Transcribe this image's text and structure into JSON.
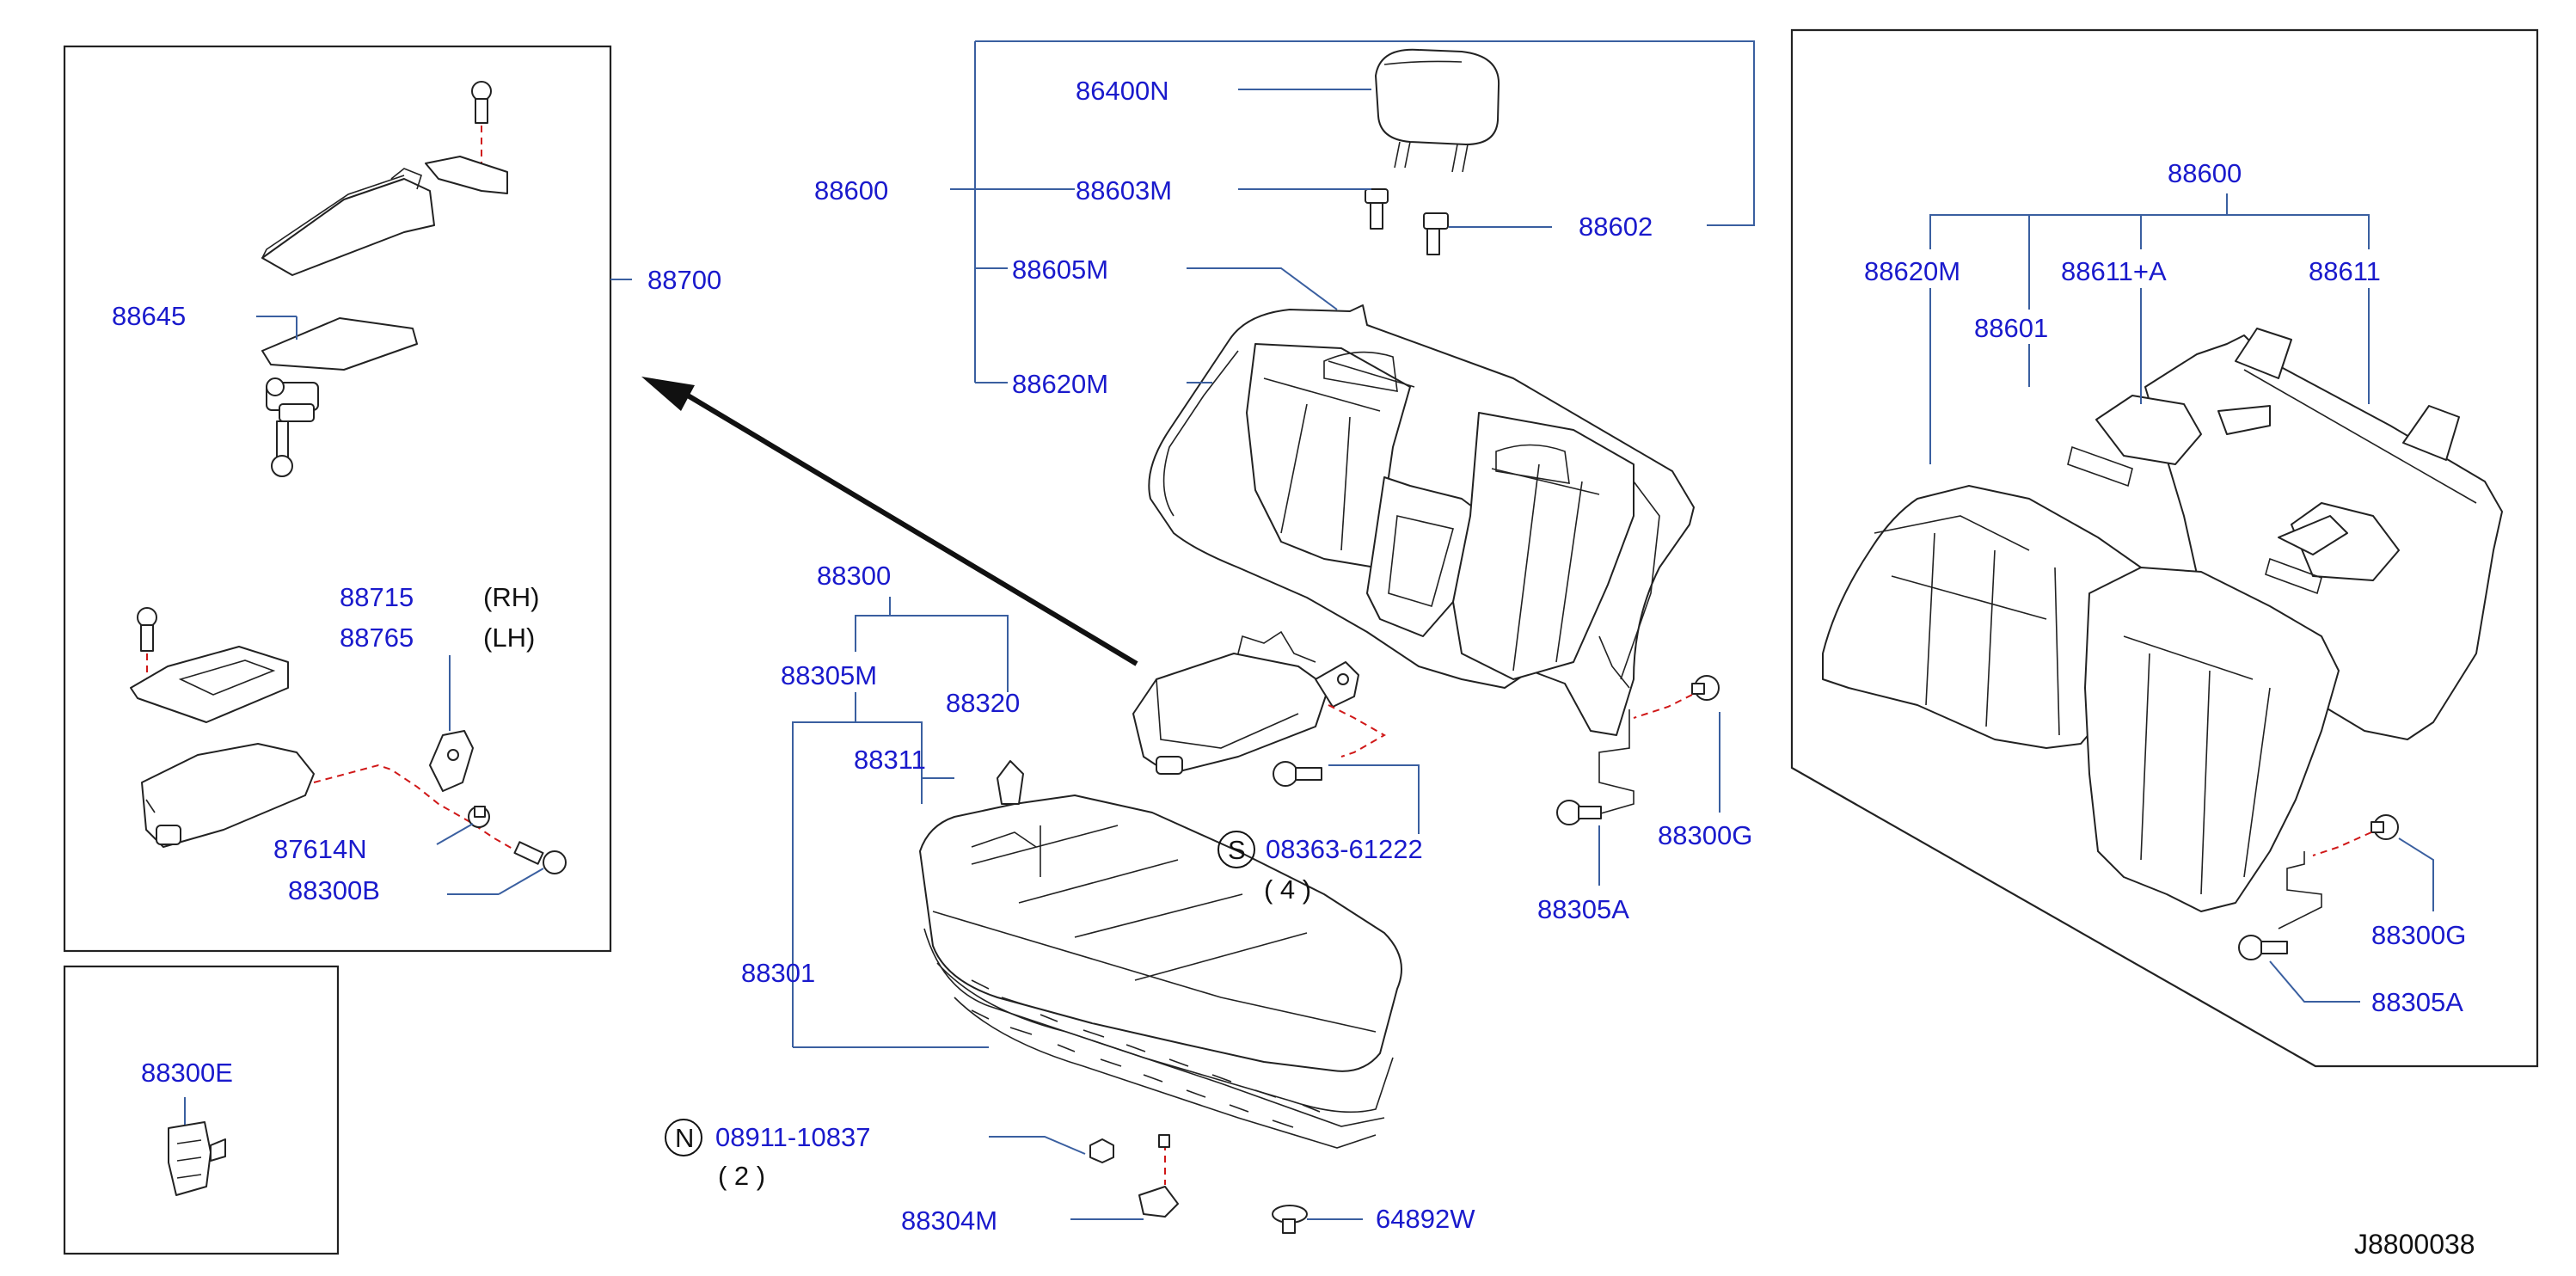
{
  "diagram": {
    "reference_code": "J8800038",
    "labels": {
      "l_86400N": "86400N",
      "l_88600_top": "88600",
      "l_88603M": "88603M",
      "l_88602": "88602",
      "l_88605M": "88605M",
      "l_88620M_mid": "88620M",
      "l_88700": "88700",
      "l_88645": "88645",
      "l_88715": "88715",
      "l_88765": "88765",
      "l_rh": "(RH)",
      "l_lh": "(LH)",
      "l_87614N": "87614N",
      "l_88300B": "88300B",
      "l_88300E": "88300E",
      "l_88300": "88300",
      "l_88305M": "88305M",
      "l_88320": "88320",
      "l_88311": "88311",
      "l_88301": "88301",
      "l_s_sym": "S",
      "l_08363": "08363-61222",
      "l_qty4": "( 4 )",
      "l_n_sym": "N",
      "l_08911": "08911-10837",
      "l_qty2": "( 2 )",
      "l_88304M": "88304M",
      "l_64892W": "64892W",
      "l_88305A_mid": "88305A",
      "l_88300G_mid": "88300G",
      "l_88600_right": "88600",
      "l_88620M_right": "88620M",
      "l_88611A": "88611+A",
      "l_88611": "88611",
      "l_88601": "88601",
      "l_88300G_right": "88300G",
      "l_88305A_right": "88305A"
    }
  }
}
